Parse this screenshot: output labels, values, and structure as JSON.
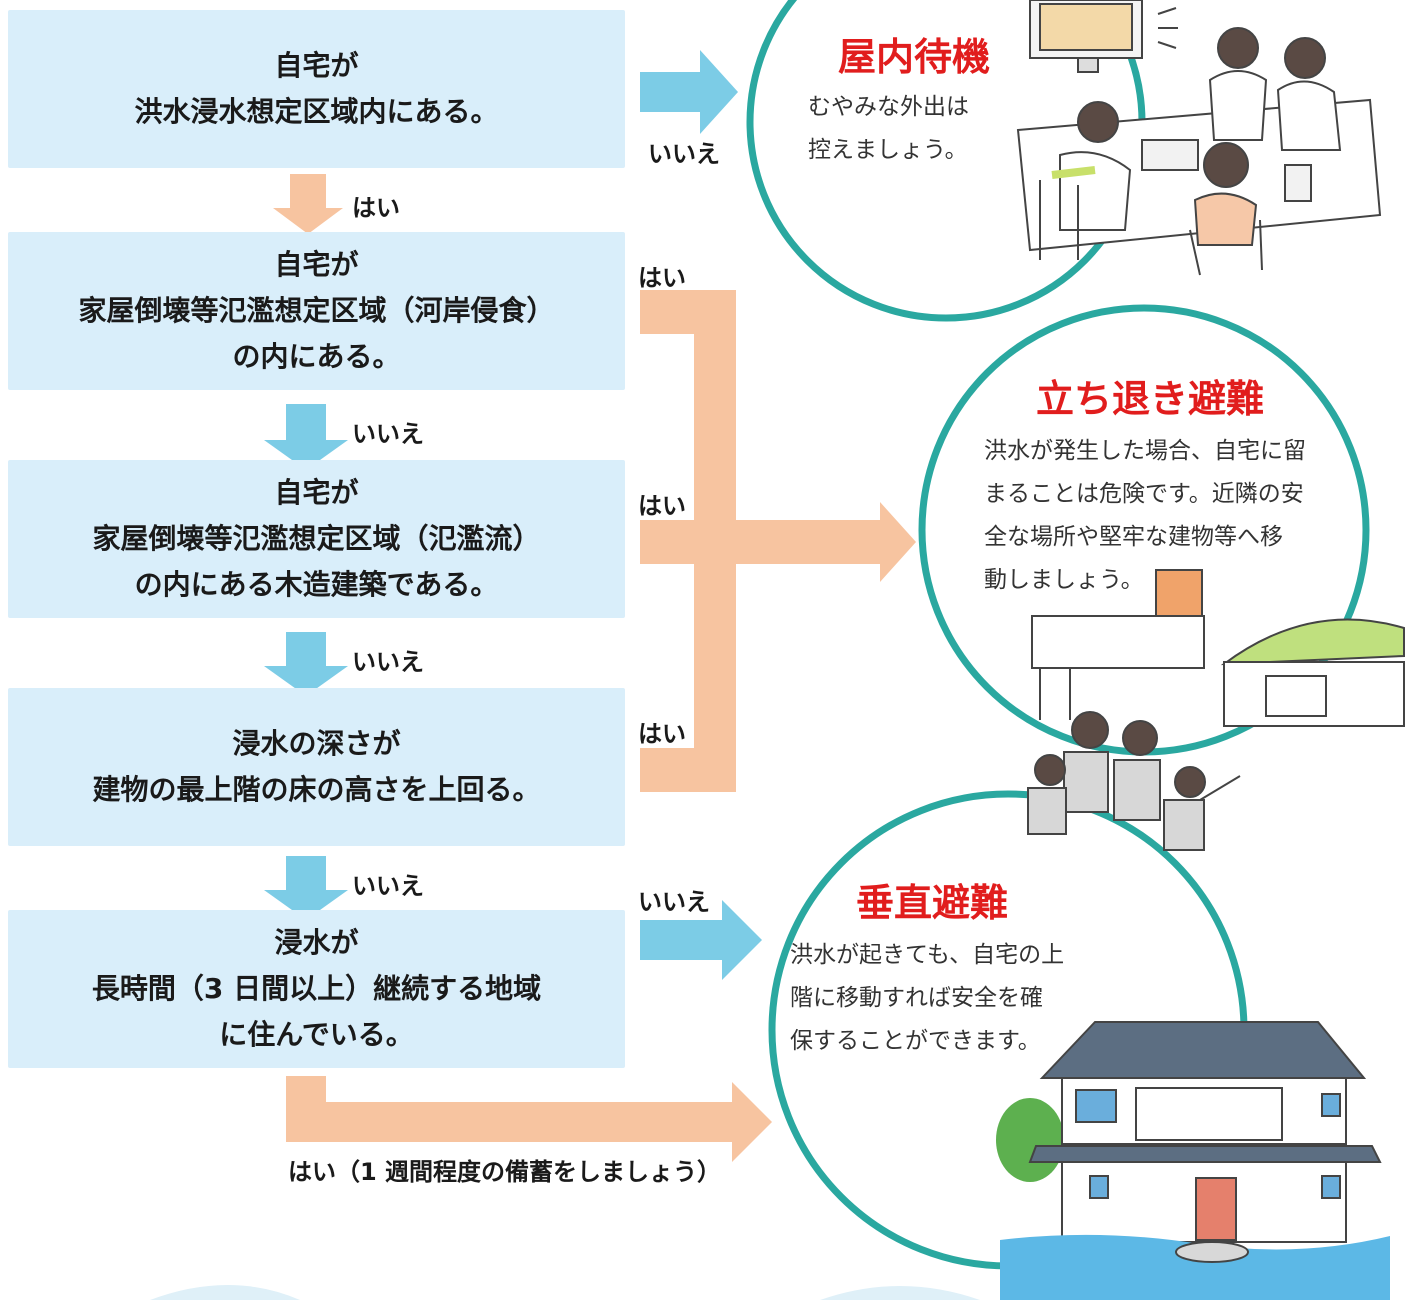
{
  "questions": [
    {
      "lines": [
        "自宅が",
        "洪水浸水想定区域内にある。"
      ]
    },
    {
      "lines": [
        "自宅が",
        "家屋倒壊等氾濫想定区域（河岸侵食）",
        "の内にある。"
      ]
    },
    {
      "lines": [
        "自宅が",
        "家屋倒壊等氾濫想定区域（氾濫流）",
        "の内にある木造建築である。"
      ]
    },
    {
      "lines": [
        "浸水の深さが",
        "建物の最上階の床の高さを上回る。"
      ]
    },
    {
      "lines": [
        "浸水が",
        "長時間（3 日間以上）継続する地域",
        "に住んでいる。"
      ]
    }
  ],
  "labels": {
    "q1_no": "いいえ",
    "q1_yes": "はい",
    "q2_yes": "はい",
    "q2_no": "いいえ",
    "q3_yes": "はい",
    "q3_no": "いいえ",
    "q4_yes": "はい",
    "q4_no": "いいえ",
    "q5_no": "いいえ",
    "q5_yes": "はい（1 週間程度の備蓄をしましょう）"
  },
  "outcomes": {
    "indoor": {
      "title": "屋内待機",
      "body": [
        "むやみな外出は",
        "控えましょう。"
      ]
    },
    "evacuate": {
      "title": "立ち退き避難",
      "body": [
        "洪水が発生した場合、自宅に留",
        "まることは危険です。近隣の安",
        "全な場所や堅牢な建物等へ移",
        "動しましょう。"
      ]
    },
    "vertical": {
      "title": "垂直避難",
      "body": [
        "洪水が起きても、自宅の上",
        "階に移動すれば安全を確",
        "保することができます。"
      ]
    }
  },
  "colors": {
    "box": "#d9eefa",
    "arrow_blue": "#7ccce6",
    "arrow_orange": "#f7c4a0",
    "circle": "#2aa8a0",
    "title_red": "#e11d1d"
  }
}
